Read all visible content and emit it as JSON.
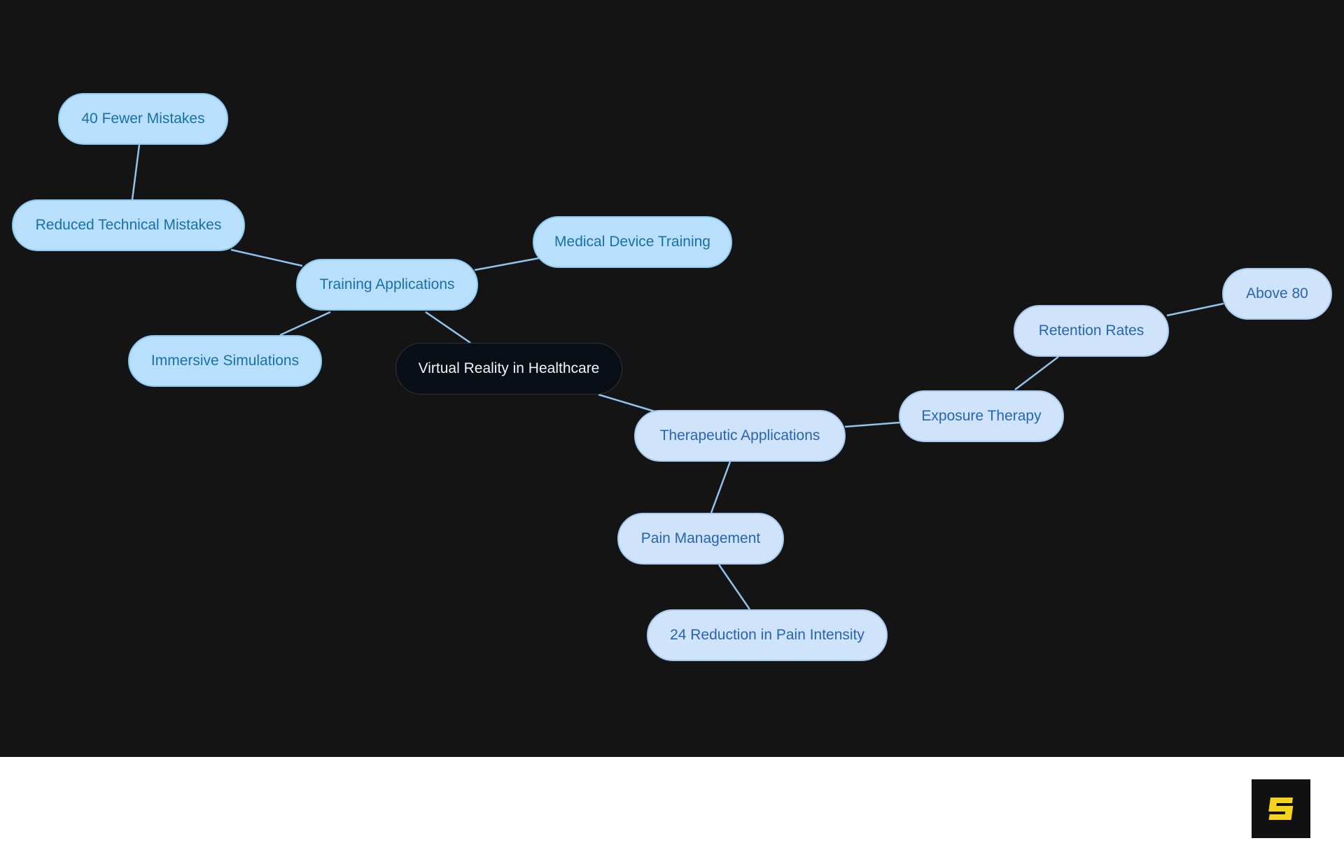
{
  "mindmap": {
    "root": {
      "label": "Virtual Reality in Healthcare"
    },
    "training": {
      "label": "Training Applications",
      "reduced_mistakes": {
        "label": "Reduced Technical Mistakes"
      },
      "fewer_mistakes": {
        "label": "40 Fewer Mistakes"
      },
      "medical_device": {
        "label": "Medical Device Training"
      },
      "immersive": {
        "label": "Immersive Simulations"
      }
    },
    "therapeutic": {
      "label": "Therapeutic Applications",
      "exposure": {
        "label": "Exposure Therapy"
      },
      "retention": {
        "label": "Retention Rates"
      },
      "above": {
        "label": "Above 80"
      },
      "pain": {
        "label": "Pain Management"
      },
      "reduction": {
        "label": "24 Reduction in Pain Intensity"
      }
    }
  },
  "colors": {
    "background": "#141414",
    "edge": "#90c4ec",
    "root_fill": "#0a0f17",
    "training_fill": "#b8e0fc",
    "training_text": "#1a6fa8",
    "therapeutic_fill": "#cfe3fb",
    "therapeutic_text": "#2864b4",
    "logo_accent": "#f5d21c"
  },
  "footer": {
    "logo_icon": "stripe-s-logo-icon"
  }
}
